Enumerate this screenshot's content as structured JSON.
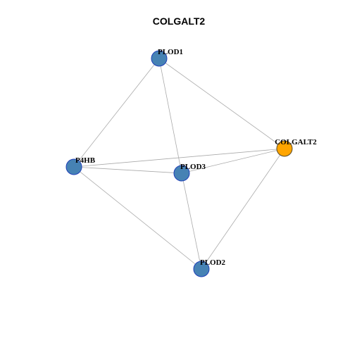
{
  "graph": {
    "title": "COLGALT2",
    "colors": {
      "default_node": "#4682b4",
      "default_node_border": "#1f3fb8",
      "focus_node": "#ffa500",
      "focus_node_border": "#5a4a2a",
      "edge": "#aaaaaa"
    },
    "nodes": [
      {
        "id": "PLOD1",
        "label": "PLOD1",
        "focus": false
      },
      {
        "id": "COLGALT2",
        "label": "COLGALT2",
        "focus": true
      },
      {
        "id": "P4HB",
        "label": "P4HB",
        "focus": false
      },
      {
        "id": "PLOD3",
        "label": "PLOD3",
        "focus": false
      },
      {
        "id": "PLOD2",
        "label": "PLOD2",
        "focus": false
      }
    ],
    "edges": [
      [
        "PLOD1",
        "P4HB"
      ],
      [
        "PLOD1",
        "PLOD3"
      ],
      [
        "PLOD1",
        "COLGALT2"
      ],
      [
        "P4HB",
        "COLGALT2"
      ],
      [
        "P4HB",
        "PLOD3"
      ],
      [
        "P4HB",
        "PLOD2"
      ],
      [
        "PLOD3",
        "COLGALT2"
      ],
      [
        "PLOD3",
        "PLOD2"
      ],
      [
        "COLGALT2",
        "PLOD2"
      ]
    ]
  }
}
